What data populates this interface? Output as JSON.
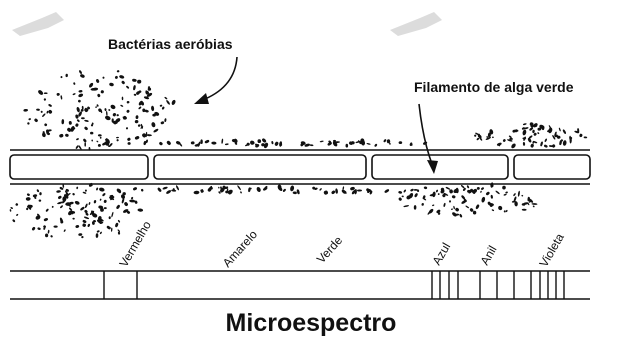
{
  "labels": {
    "bacteria": "Bactérias aeróbias",
    "filament": "Filamento de alga verde",
    "title": "Microespectro"
  },
  "spectrum": [
    "Vermelho",
    "Amarelo",
    "Verde",
    "Azul",
    "Anil",
    "Violeta"
  ],
  "colors": {
    "ink": "#111111",
    "watermark": "#d9d9d9"
  }
}
